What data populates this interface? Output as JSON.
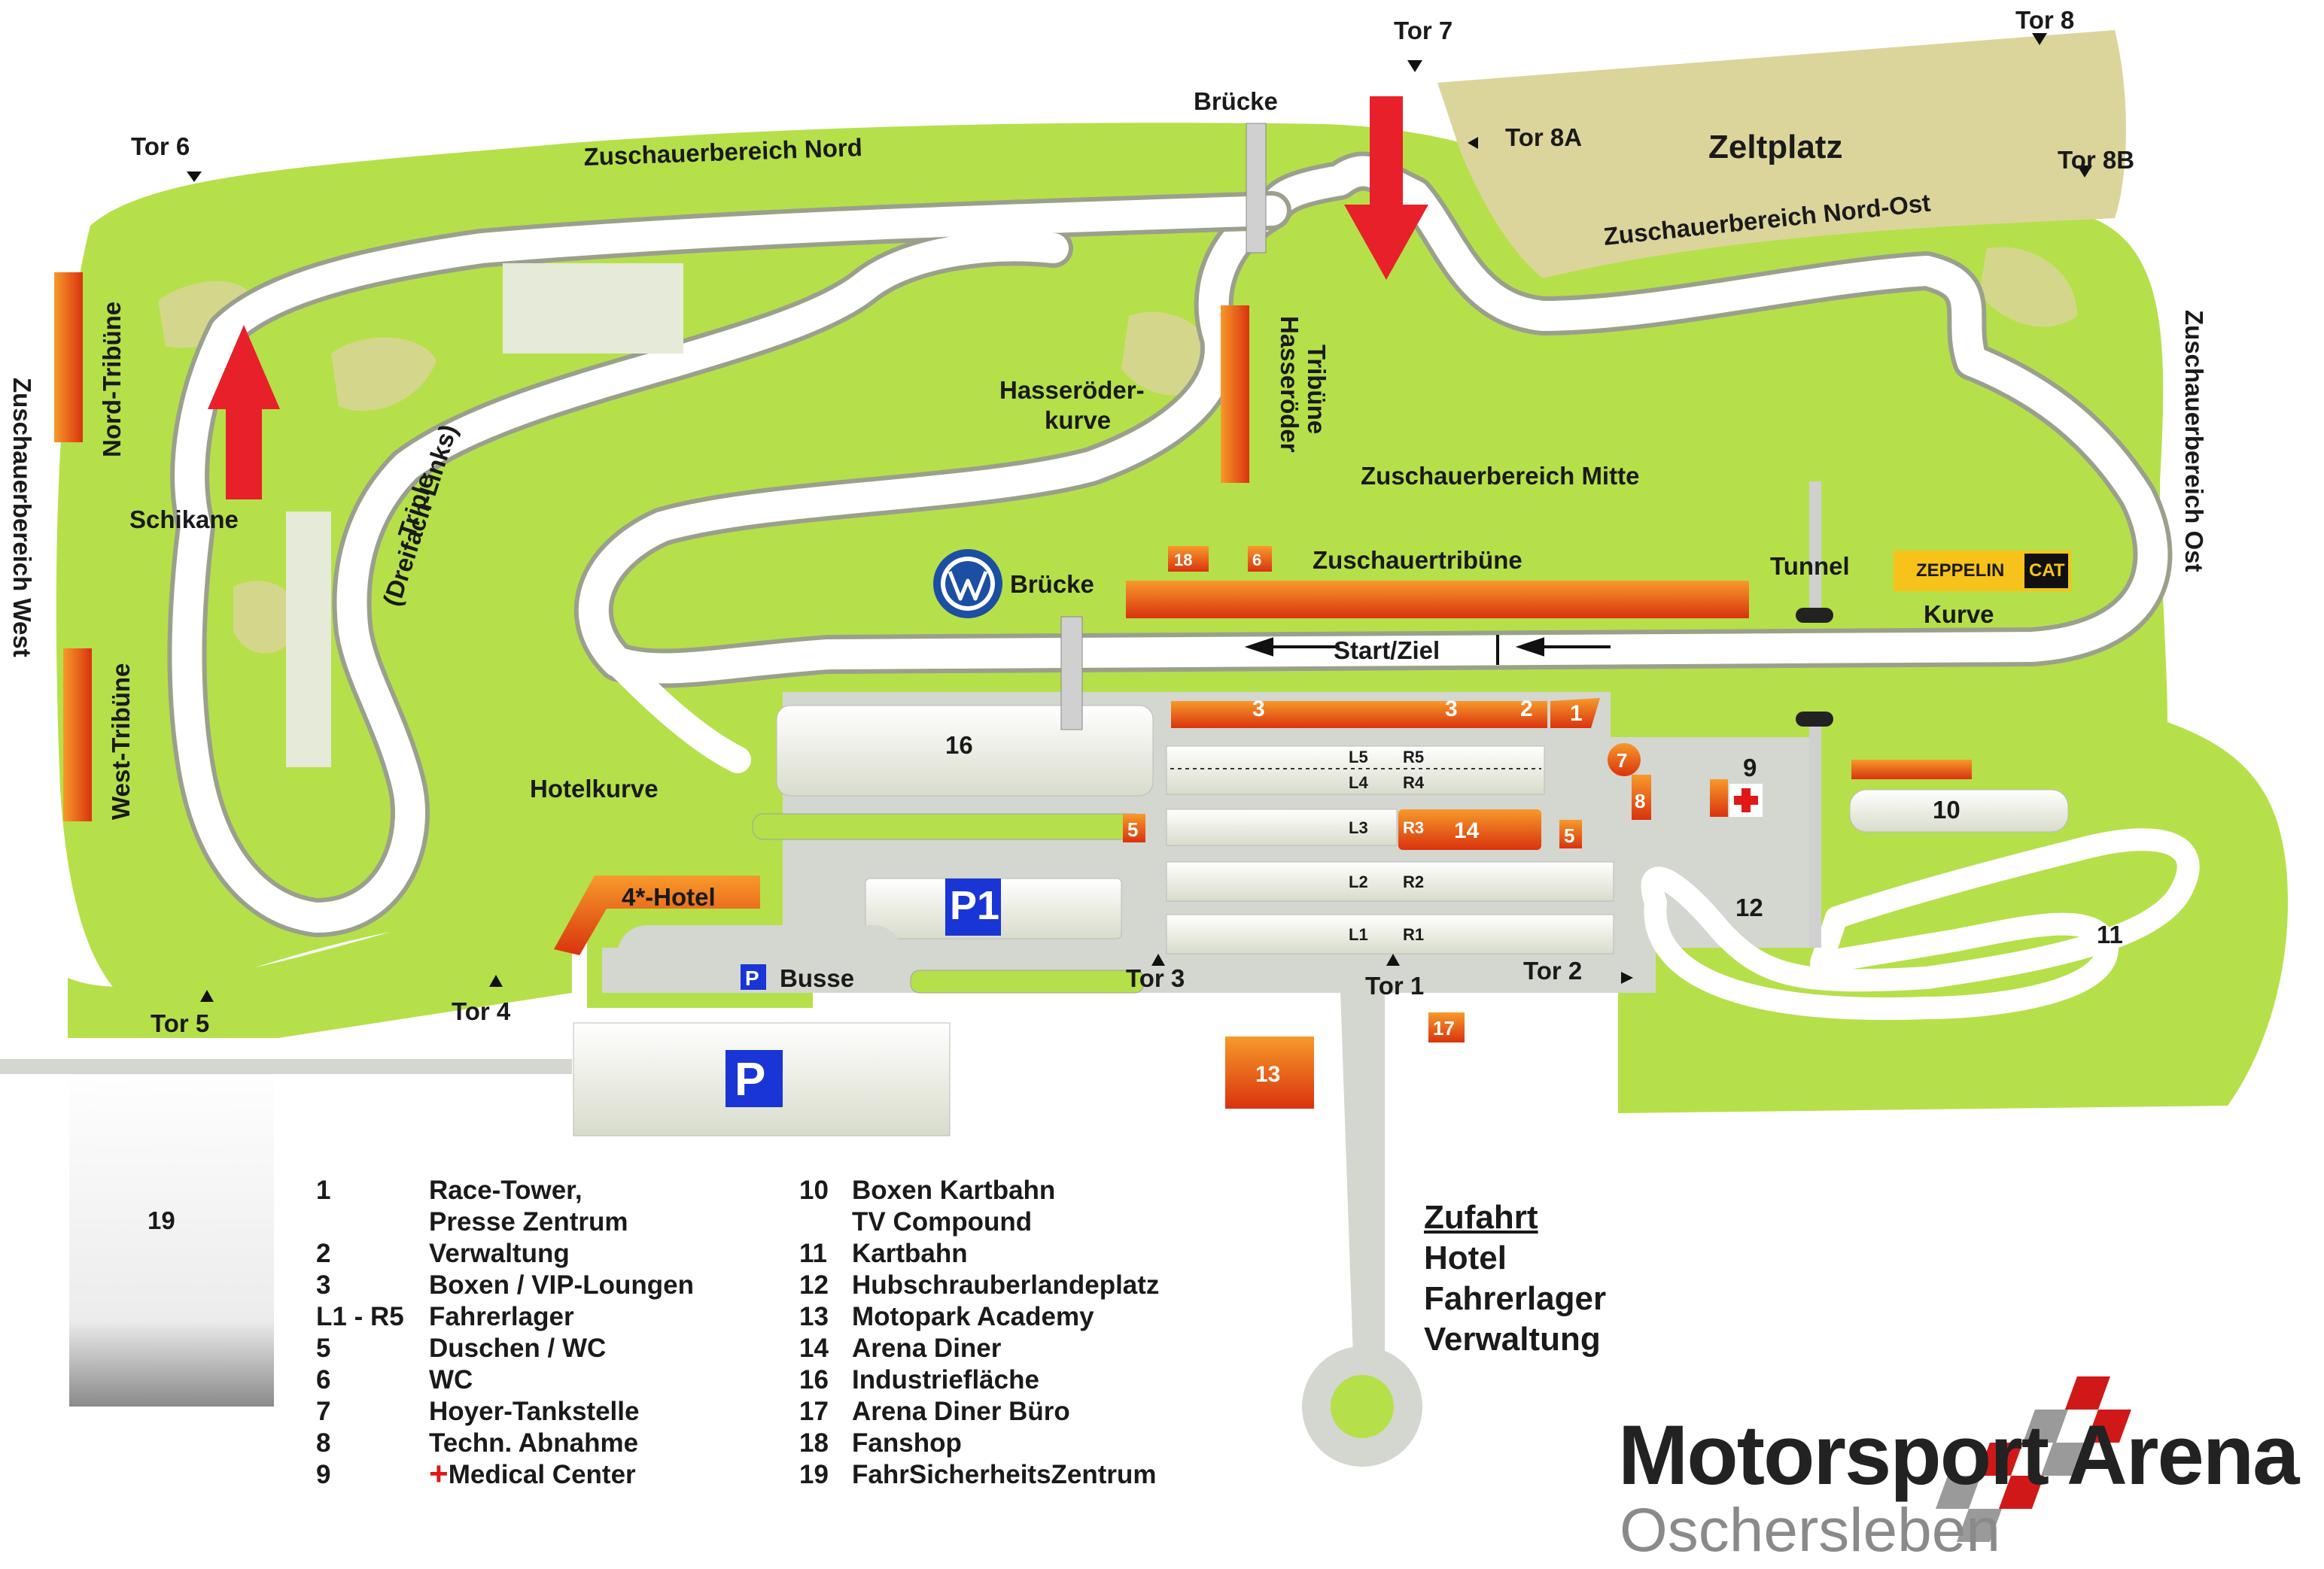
{
  "gates": {
    "tor1": "Tor 1",
    "tor2": "Tor 2",
    "tor3": "Tor 3",
    "tor4": "Tor 4",
    "tor5": "Tor 5",
    "tor6": "Tor 6",
    "tor7": "Tor 7",
    "tor8": "Tor 8",
    "tor8a": "Tor 8A",
    "tor8b": "Tor 8B"
  },
  "zones": {
    "nord": "Zuschauerbereich Nord",
    "nordost": "Zuschauerbereich Nord-Ost",
    "mitte": "Zuschauerbereich Mitte",
    "west": "Zuschauerbereich West",
    "ost": "Zuschauerbereich Ost",
    "zeltplatz": "Zeltplatz"
  },
  "labels": {
    "bruecke_top": "Brücke",
    "bruecke_mid": "Brücke",
    "hasseroeder_kurve_1": "Hasseröder-",
    "hasseroeder_kurve_2": "kurve",
    "hasseroeder_tribuene_1": "Hasseröder",
    "hasseroeder_tribuene_2": "Tribüne",
    "nord_tribuene": "Nord-Tribüne",
    "west_tribuene": "West-Tribüne",
    "schikane": "Schikane",
    "triple_1": "Triple",
    "triple_2": "(Dreifach-Links)",
    "zuschauertribuene": "Zuschauertribüne",
    "tunnel": "Tunnel",
    "kurve": "Kurve",
    "zeppelin": "ZEPPELIN",
    "cat": "CAT",
    "start_ziel": "Start/Ziel",
    "hotelkurve": "Hotelkurve",
    "hotel": "4*-Hotel",
    "p1": "P1",
    "p": "P",
    "p_small": "P",
    "busse": "Busse"
  },
  "buildings": {
    "b1": "1",
    "b2": "2",
    "b3a": "3",
    "b3b": "3",
    "b5a": "5",
    "b5b": "5",
    "b6": "6",
    "b7": "7",
    "b8": "8",
    "b9": "9",
    "b10": "10",
    "b11": "11",
    "b12": "12",
    "b13": "13",
    "b14": "14",
    "b16": "16",
    "b17": "17",
    "b18": "18",
    "b19": "19"
  },
  "paddock": {
    "l1": "L1",
    "l2": "L2",
    "l3": "L3",
    "l4": "L4",
    "l5": "L5",
    "r1": "R1",
    "r2": "R2",
    "r3": "R3",
    "r4": "R4",
    "r5": "R5"
  },
  "legend_left": [
    {
      "key": "1",
      "text": "Race-Tower,"
    },
    {
      "key": "",
      "text": "Presse Zentrum"
    },
    {
      "key": "2",
      "text": "Verwaltung"
    },
    {
      "key": "3",
      "text": "Boxen / VIP-Loungen"
    },
    {
      "key": "L1 - R5",
      "text": "Fahrerlager"
    },
    {
      "key": "5",
      "text": "Duschen / WC"
    },
    {
      "key": "6",
      "text": "WC"
    },
    {
      "key": "7",
      "text": "Hoyer-Tankstelle"
    },
    {
      "key": "8",
      "text": "Techn. Abnahme"
    },
    {
      "key": "9",
      "text": "Medical Center"
    }
  ],
  "legend_right": [
    {
      "key": "10",
      "text": "Boxen Kartbahn"
    },
    {
      "key": "",
      "text": "TV Compound"
    },
    {
      "key": "11",
      "text": "Kartbahn"
    },
    {
      "key": "12",
      "text": "Hubschrauberlandeplatz"
    },
    {
      "key": "13",
      "text": "Motopark Academy"
    },
    {
      "key": "14",
      "text": "Arena Diner"
    },
    {
      "key": "16",
      "text": "Industriefläche"
    },
    {
      "key": "17",
      "text": "Arena Diner Büro"
    },
    {
      "key": "18",
      "text": "Fanshop"
    },
    {
      "key": "19",
      "text": "FahrSicherheitsZentrum"
    }
  ],
  "access": {
    "title": "Zufahrt",
    "line1": "Hotel",
    "line2": "Fahrerlager",
    "line3": "Verwaltung"
  },
  "brand": {
    "name": "Motorsport Arena",
    "city": "Oschersleben"
  },
  "colors": {
    "grass": "#b5e04a",
    "track": "#ffffff",
    "sand": "#dcd59b",
    "grandstand": "#e8581a",
    "arrow": "#e8202a",
    "parking": "#1a35d6"
  }
}
